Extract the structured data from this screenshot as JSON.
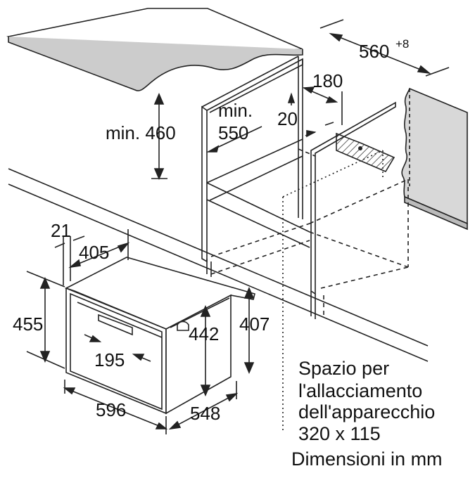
{
  "dimensions": {
    "niche_width": "560",
    "niche_width_tolerance": "+8",
    "rear_opening": "180",
    "rear_gap": "20",
    "niche_depth_label_top": "min.",
    "niche_depth_value": "550",
    "niche_height": "min. 460",
    "panel_thickness": "21",
    "body_depth": "405",
    "front_height": "455",
    "body_height": "442",
    "body_height_rear": "407",
    "handle_width": "195",
    "front_width": "596",
    "total_depth": "548"
  },
  "note": {
    "line1": "Spazio per",
    "line2": "l'allacciamento",
    "line3": "dell'apparecchio",
    "line4": "320 x 115",
    "line5": "Dimensioni in mm"
  }
}
